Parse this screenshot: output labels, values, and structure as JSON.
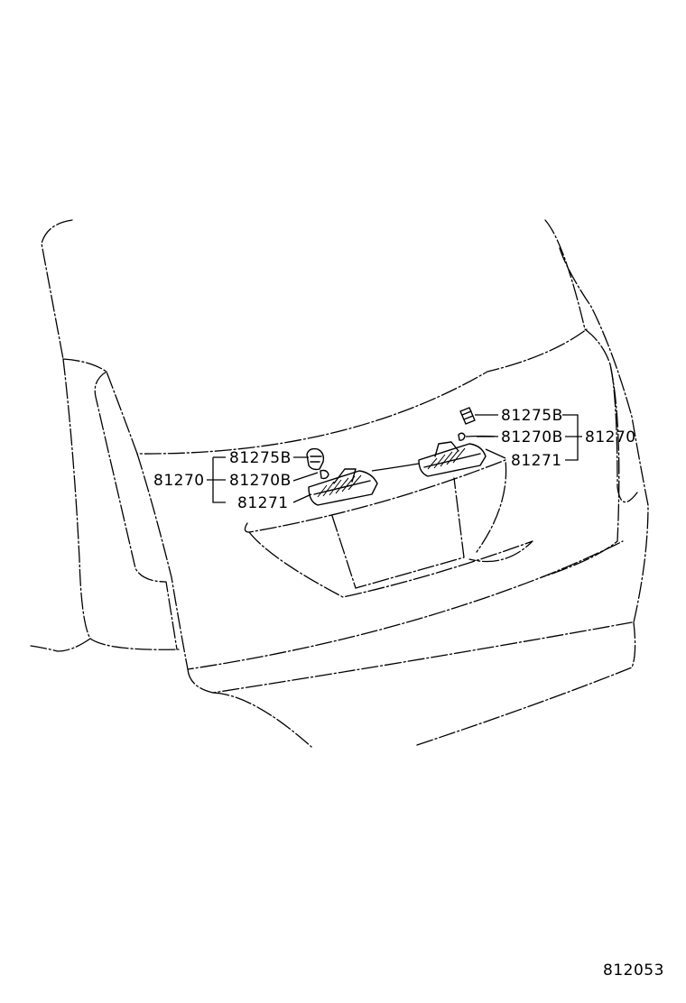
{
  "diagram": {
    "code": "812053",
    "labels": {
      "left": {
        "assembly": "81270",
        "socket": "81275B",
        "bulb": "81270B",
        "lens": "81271"
      },
      "right": {
        "assembly": "81270",
        "socket": "81275B",
        "bulb": "81270B",
        "lens": "81271"
      }
    }
  }
}
